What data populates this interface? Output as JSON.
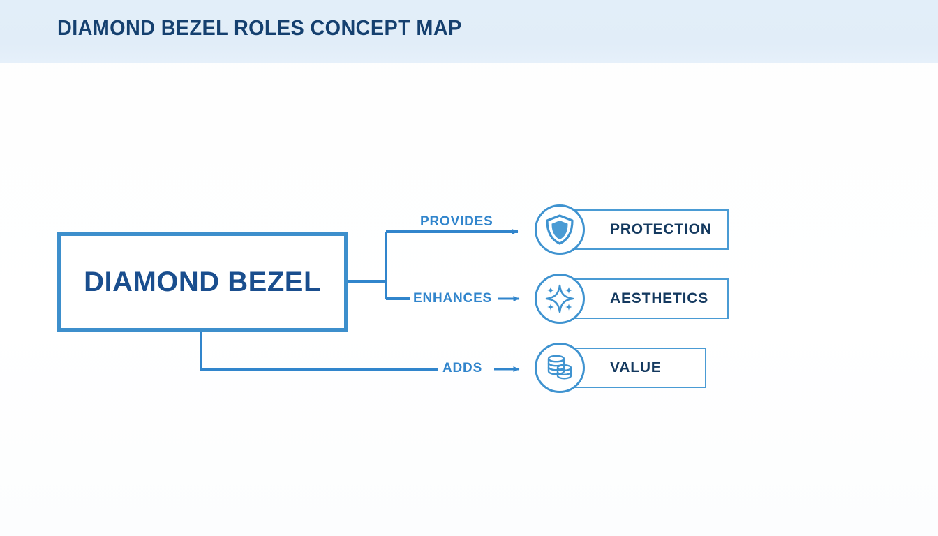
{
  "header": {
    "title": "DIAMOND BEZEL ROLES CONCEPT MAP",
    "background_color": "#e2eef9",
    "title_color": "#15406f"
  },
  "colors": {
    "accent_blue": "#3d8fcc",
    "line_blue": "#3185cc",
    "navy_text": "#14395f",
    "central_text": "#1a4e8e",
    "icon_blue": "#4a9bd4",
    "canvas_background": "#ffffff"
  },
  "diagram": {
    "type": "concept-map",
    "central_node": {
      "label": "DIAMOND BEZEL"
    },
    "edges": [
      {
        "label": "PROVIDES",
        "target": "PROTECTION"
      },
      {
        "label": "ENHANCES",
        "target": "AESTHETICS"
      },
      {
        "label": "ADDS",
        "target": "VALUE"
      }
    ],
    "leaf_nodes": [
      {
        "label": "PROTECTION",
        "icon": "shield-icon"
      },
      {
        "label": "AESTHETICS",
        "icon": "sparkle-icon"
      },
      {
        "label": "VALUE",
        "icon": "coins-icon"
      }
    ]
  }
}
